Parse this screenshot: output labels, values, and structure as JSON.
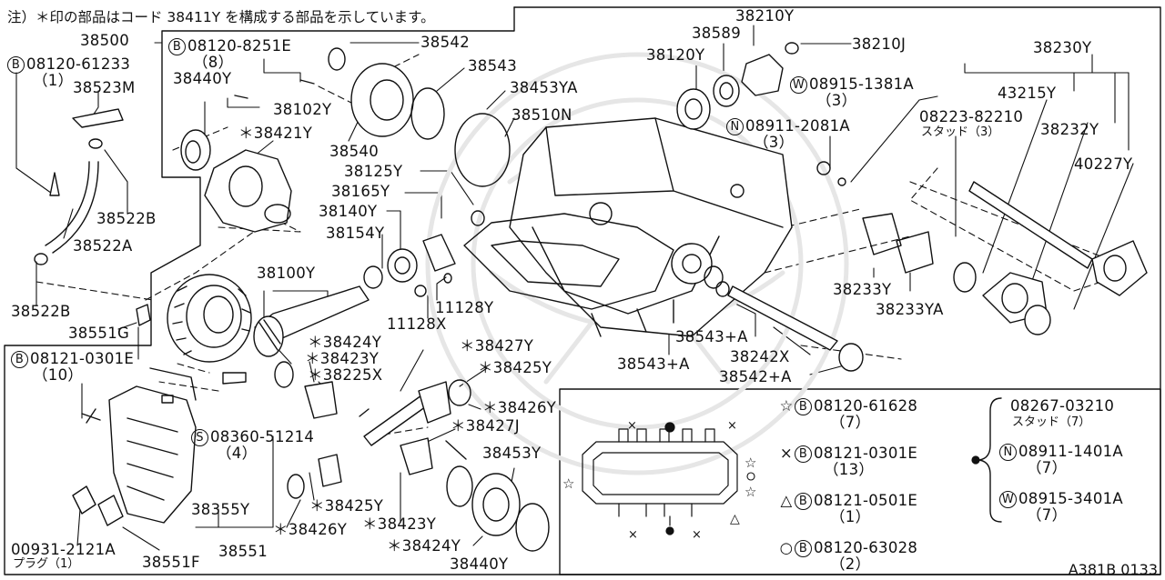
{
  "note": "注）＊印の部品はコード 38411Y を構成する部品を示しています。",
  "diagram_code": "A381B 0133",
  "bolt_prefix_b": "B",
  "nut_prefix_n": "N",
  "washer_prefix_w": "W",
  "screw_prefix_s": "S",
  "parts": {
    "p38500": "38500",
    "b08120_61233": "08120-61233",
    "b08120_61233_q": "（1）",
    "p38523m": "38523M",
    "p38522b_top": "38522B",
    "p38522a": "38522A",
    "p38522b_bot": "38522B",
    "p38551g": "38551G",
    "b08120_8251e": "08120-8251E",
    "b08120_8251e_q": "（8）",
    "p38440y_top": "38440Y",
    "p38102y": "38102Y",
    "p38421y": "＊38421Y",
    "p38540": "38540",
    "p38542": "38542",
    "p38543": "38543",
    "p38453ya": "38453YA",
    "p38510n": "38510N",
    "p38125y": "38125Y",
    "p38165y": "38165Y",
    "p38140y": "38140Y",
    "p38154y": "38154Y",
    "p38100y": "38100Y",
    "p11128y": "11128Y",
    "p11128x": "11128X",
    "p38210y": "38210Y",
    "p38589": "38589",
    "p38120y": "38120Y",
    "p38210j": "38210J",
    "w08915_1381a": "08915-1381A",
    "w08915_1381a_q": "（3）",
    "n08911_2081a": "08911-2081A",
    "n08911_2081a_q": "（3）",
    "p08223_82210": "08223-82210",
    "stud3": "スタッド（3）",
    "p38230y": "38230Y",
    "p43215y": "43215Y",
    "p38232y": "38232Y",
    "p40227y": "40227Y",
    "p38233y": "38233Y",
    "p38233ya": "38233YA",
    "p38543a_right": "38543+A",
    "p38543a_left": "38543+A",
    "p38242x": "38242X",
    "p38542a": "38542+A",
    "b08121_0301e": "08121-0301E",
    "b08121_0301e_q": "（10）",
    "p38424y_top": "＊38424Y",
    "p38423y_top": "＊38423Y",
    "p38225x": "＊38225X",
    "p38427y": "＊38427Y",
    "p38425y_top": "＊38425Y",
    "p38426y_top": "＊38426Y",
    "p38427j": "＊38427J",
    "s08360_51214": "08360-51214",
    "s08360_51214_q": "（4）",
    "p38453y": "38453Y",
    "p38355y": "38355Y",
    "p38425y_bot": "＊38425Y",
    "p38426y_bot": "＊38426Y",
    "p38423y_bot": "＊38423Y",
    "p38424y_bot": "＊38424Y",
    "p38551": "38551",
    "p00931_2121a": "00931-2121A",
    "plug1": "プラグ（1）",
    "p38551f": "38551F",
    "p38440y_bot": "38440Y"
  },
  "legend": {
    "star_sym": "☆",
    "star_part": "08120-61628",
    "star_qty": "（7）",
    "cross_sym": "×",
    "cross_part": "08121-0301E",
    "cross_qty": "（13）",
    "tri_sym": "△",
    "tri_part": "08121-0501E",
    "tri_qty": "（1）",
    "circ_sym": "○",
    "circ_part": "08120-63028",
    "circ_qty": "（2）",
    "dot_stud_part": "08267-03210",
    "dot_stud_name": "スタッド（7）",
    "dot_n_part": "08911-1401A",
    "dot_n_qty": "（7）",
    "dot_w_part": "08915-3401A",
    "dot_w_qty": "（7）"
  }
}
